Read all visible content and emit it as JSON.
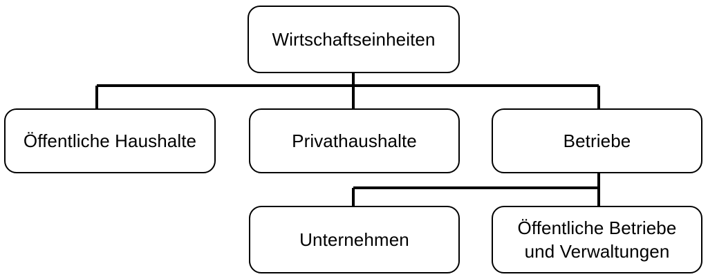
{
  "diagram": {
    "title": "Wirtschaftseinheiten",
    "background_color": "#ffffff",
    "line_color": "#000000",
    "text_color": "#000000",
    "nodes": {
      "root": {
        "label": "Wirtschaftseinheiten"
      },
      "public_households": {
        "label": "Öffentliche Haushalte"
      },
      "private_households": {
        "label": "Privathaushalte"
      },
      "enterprises_group": {
        "label": "Betriebe"
      },
      "companies": {
        "label": "Unternehmen"
      },
      "public_enterprises": {
        "label": "Öffentliche Betriebe\nund Verwaltungen"
      }
    },
    "edges": [
      {
        "from": "root",
        "to": "public_households"
      },
      {
        "from": "root",
        "to": "private_households"
      },
      {
        "from": "root",
        "to": "enterprises_group"
      },
      {
        "from": "enterprises_group",
        "to": "companies"
      },
      {
        "from": "enterprises_group",
        "to": "public_enterprises"
      }
    ]
  }
}
